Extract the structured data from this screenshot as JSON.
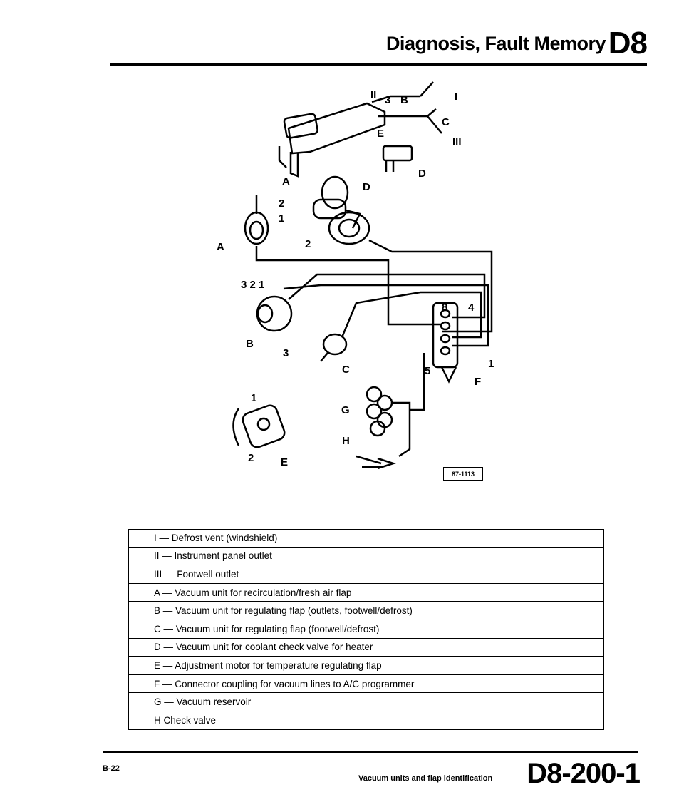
{
  "header": {
    "title": "Diagnosis, Fault Memory",
    "code": "D8"
  },
  "diagram": {
    "labels": {
      "I": "I",
      "II": "II",
      "III": "III",
      "A": "A",
      "B": "B",
      "C": "C",
      "D": "D",
      "E": "E",
      "F": "F",
      "G": "G",
      "H": "H",
      "n1": "1",
      "n2": "2",
      "n3": "3",
      "n4": "4",
      "n5": "5",
      "n8": "8",
      "n321": "3 2 1"
    },
    "figure_number": "87-1113"
  },
  "legend": [
    "I — Defrost vent (windshield)",
    "II — Instrument panel outlet",
    "III — Footwell outlet",
    "A — Vacuum unit for recirculation/fresh air flap",
    "B — Vacuum unit for regulating flap (outlets, footwell/defrost)",
    "C — Vacuum unit for regulating flap (footwell/defrost)",
    "D — Vacuum unit for coolant check valve for heater",
    "E — Adjustment motor for temperature regulating flap",
    "F — Connector coupling for vacuum lines to A/C programmer",
    "G — Vacuum reservoir",
    "H   Check valve"
  ],
  "footer": {
    "page": "B-22",
    "caption": "Vacuum units and flap identification",
    "code": "D8-200-1"
  }
}
